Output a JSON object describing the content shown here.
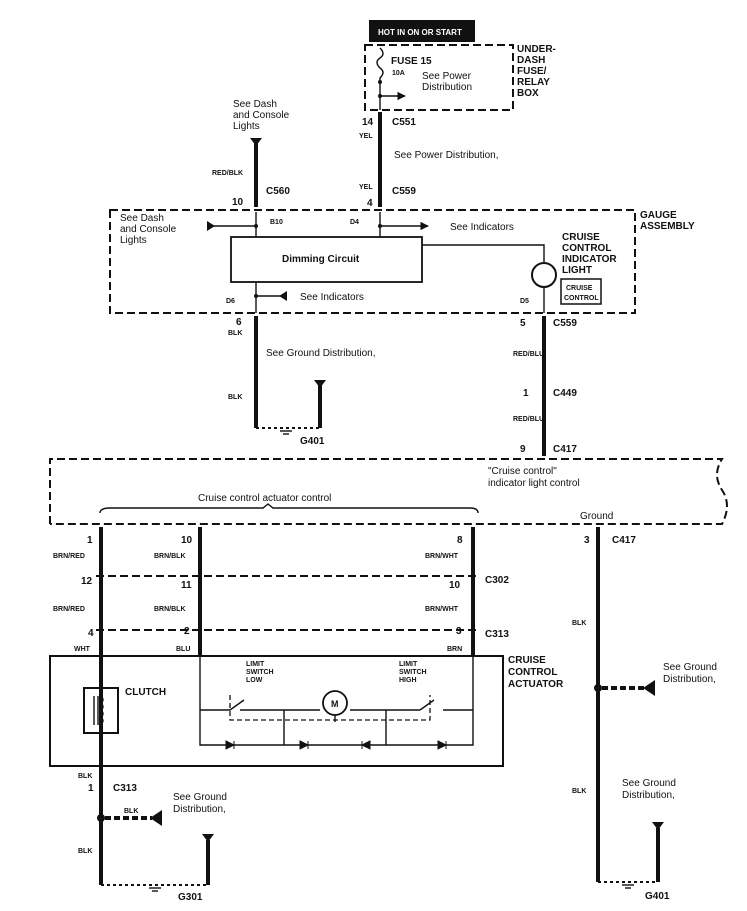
{
  "power": {
    "hot_label": "HOT IN ON OR START",
    "fuse": "FUSE 15",
    "fuse_rating": "10A",
    "see_power_1": "See Power",
    "see_power_2": "Distribution",
    "box_1": "UNDER-",
    "box_2": "DASH",
    "box_3": "FUSE/",
    "box_4": "RELAY",
    "box_5": "BOX"
  },
  "top_wires": {
    "c551": "C551",
    "c551_pin": "14",
    "yel_1": "YEL",
    "see_power_dist": "See Power Distribution,",
    "yel_2": "YEL",
    "c559": "C559",
    "c559_pin": "4",
    "dash_1": "See Dash",
    "dash_2": "and Console",
    "dash_3": "Lights",
    "red_blk": "RED/BLK",
    "c560": "C560",
    "c560_pin": "10"
  },
  "gauge": {
    "title_1": "GAUGE",
    "title_2": "ASSEMBLY",
    "b10": "B10",
    "d4": "D4",
    "d6": "D6",
    "d5": "D5",
    "dash_1": "See Dash",
    "dash_2": "and Console",
    "dash_3": "Lights",
    "see_indicators_1": "See Indicators",
    "see_indicators_2": "See Indicators",
    "dimming": "Dimming Circuit",
    "light_1": "CRUISE",
    "light_2": "CONTROL",
    "light_3": "INDICATOR",
    "light_4": "LIGHT",
    "badge_1": "CRUISE",
    "badge_2": "CONTROL"
  },
  "gauge_out": {
    "pin6": "6",
    "blk_1": "BLK",
    "see_ground": "See Ground Distribution,",
    "blk_2": "BLK",
    "g401": "G401",
    "pin5": "5",
    "c559": "C559",
    "red_blu_1": "RED/BLU",
    "pin1": "1",
    "c449": "C449",
    "red_blu_2": "RED/BLU",
    "pin9": "9",
    "c417": "C417"
  },
  "control_unit": {
    "indicator_1": "\"Cruise control\"",
    "indicator_2": "indicator light control",
    "actuator_control": "Cruise control actuator control",
    "ground": "Ground"
  },
  "harness": {
    "c417": "C417",
    "c302": "C302",
    "c313": "C313",
    "col1": {
      "p1": "1",
      "w1": "BRN/RED",
      "p2": "12",
      "w2": "BRN/RED",
      "p3": "4",
      "w3": "WHT"
    },
    "col2": {
      "p1": "10",
      "w1": "BRN/BLK",
      "p2": "11",
      "w2": "BRN/BLK",
      "p3": "2",
      "w3": "BLU"
    },
    "col3": {
      "p1": "8",
      "w1": "BRN/WHT",
      "p2": "10",
      "w2": "BRN/WHT",
      "p3": "3",
      "w3": "BRN"
    },
    "col4": {
      "p1": "3",
      "w1": "BLK"
    }
  },
  "actuator": {
    "title_1": "CRUISE",
    "title_2": "CONTROL",
    "title_3": "ACTUATOR",
    "clutch": "CLUTCH",
    "motor": "M",
    "low_1": "LIMIT",
    "low_2": "SWITCH",
    "low_3": "LOW",
    "high_1": "LIMIT",
    "high_2": "SWITCH",
    "high_3": "HIGH"
  },
  "bottom_left": {
    "blk_1": "BLK",
    "pin1": "1",
    "c313": "C313",
    "blk_2": "BLK",
    "see_1": "See Ground",
    "see_2": "Distribution,",
    "blk_3": "BLK",
    "g301": "G301"
  },
  "bottom_right": {
    "see_1": "See Ground",
    "see_2": "Distribution,",
    "see_3": "See Ground",
    "see_4": "Distribution,",
    "blk": "BLK",
    "g401": "G401"
  }
}
